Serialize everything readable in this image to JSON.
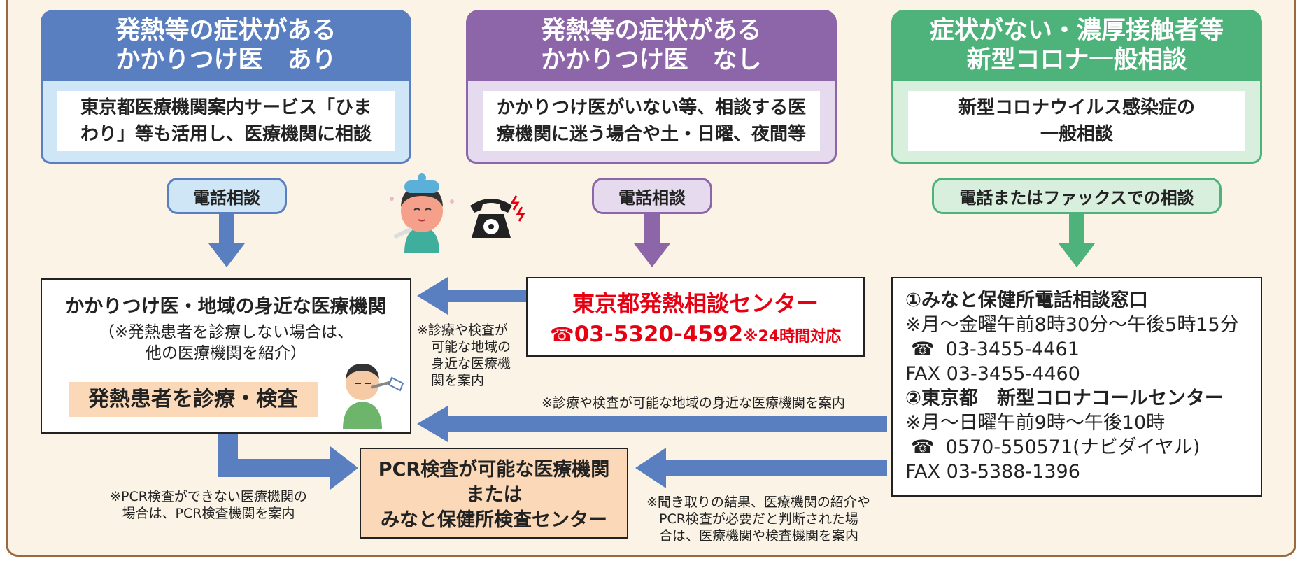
{
  "categories": [
    {
      "head_line1": "発熱等の症状がある",
      "head_line2": "かかりつけ医　あり",
      "desc_line1": "東京都医療機関案内サービス「ひま",
      "desc_line2": "わり」等も活用し、医療機関に相談",
      "pill": "電話相談"
    },
    {
      "head_line1": "発熱等の症状がある",
      "head_line2": "かかりつけ医　なし",
      "desc_line1": "かかりつけ医がいない等、相談する医",
      "desc_line2": "療機関に迷う場合や土・日曜、夜間等",
      "pill": "電話相談"
    },
    {
      "head_line1": "症状がない・濃厚接触者等",
      "head_line2": "新型コロナ一般相談",
      "desc_line1": "新型コロナウイルス感染症の",
      "desc_line2": "一般相談",
      "pill": "電話またはファックスでの相談"
    }
  ],
  "clinic_box": {
    "title": "かかりつけ医・地域の身近な医療機関",
    "note_line1": "（※発熱患者を診療しない場合は、",
    "note_line2": "他の医療機関を紹介）",
    "highlight": "発熱患者を診療・検査"
  },
  "fever_center": {
    "title": "東京都発熱相談センター",
    "phone_icon": "☎",
    "phone": "03-5320-4592",
    "hours": "※24時間対応"
  },
  "info_box": {
    "l1": "①みなと保健所電話相談窓口",
    "l2": "※月～金曜午前8時30分～午後5時15分",
    "l3_icon": "☎",
    "l3": "03-3455-4461",
    "l4": "FAX 03-3455-4460",
    "l5": "②東京都　新型コロナコールセンター",
    "l6": "※月～日曜午前9時～午後10時",
    "l7_icon": "☎",
    "l7": "0570-550571(ナビダイヤル)",
    "l8": "FAX 03-5388-1396"
  },
  "pcr_box": {
    "l1": "PCR検査が可能な医療機関",
    "l2": "または",
    "l3": "みなと保健所検査センター"
  },
  "notes": {
    "center_to_clinic_l1": "※診療や検査が",
    "center_to_clinic_l2": "可能な地域の",
    "center_to_clinic_l3": "身近な医療機",
    "center_to_clinic_l4": "関を案内",
    "info_to_clinic": "※診療や検査が可能な地域の身近な医療機関を案内",
    "clinic_to_pcr_l1": "※PCR検査ができない医療機関の",
    "clinic_to_pcr_l2": "場合は、PCR検査機関を案内",
    "info_to_pcr_l1": "※聞き取りの結果、医療機関の紹介や",
    "info_to_pcr_l2": "PCR検査が必要だと判断された場",
    "info_to_pcr_l3": "合は、医療機関や検査機関を案内"
  },
  "colors": {
    "blue": "#5a7fc1",
    "purple": "#8c66a9",
    "green": "#4eb37a",
    "red": "#e60012",
    "peach": "#fbd9b8"
  }
}
